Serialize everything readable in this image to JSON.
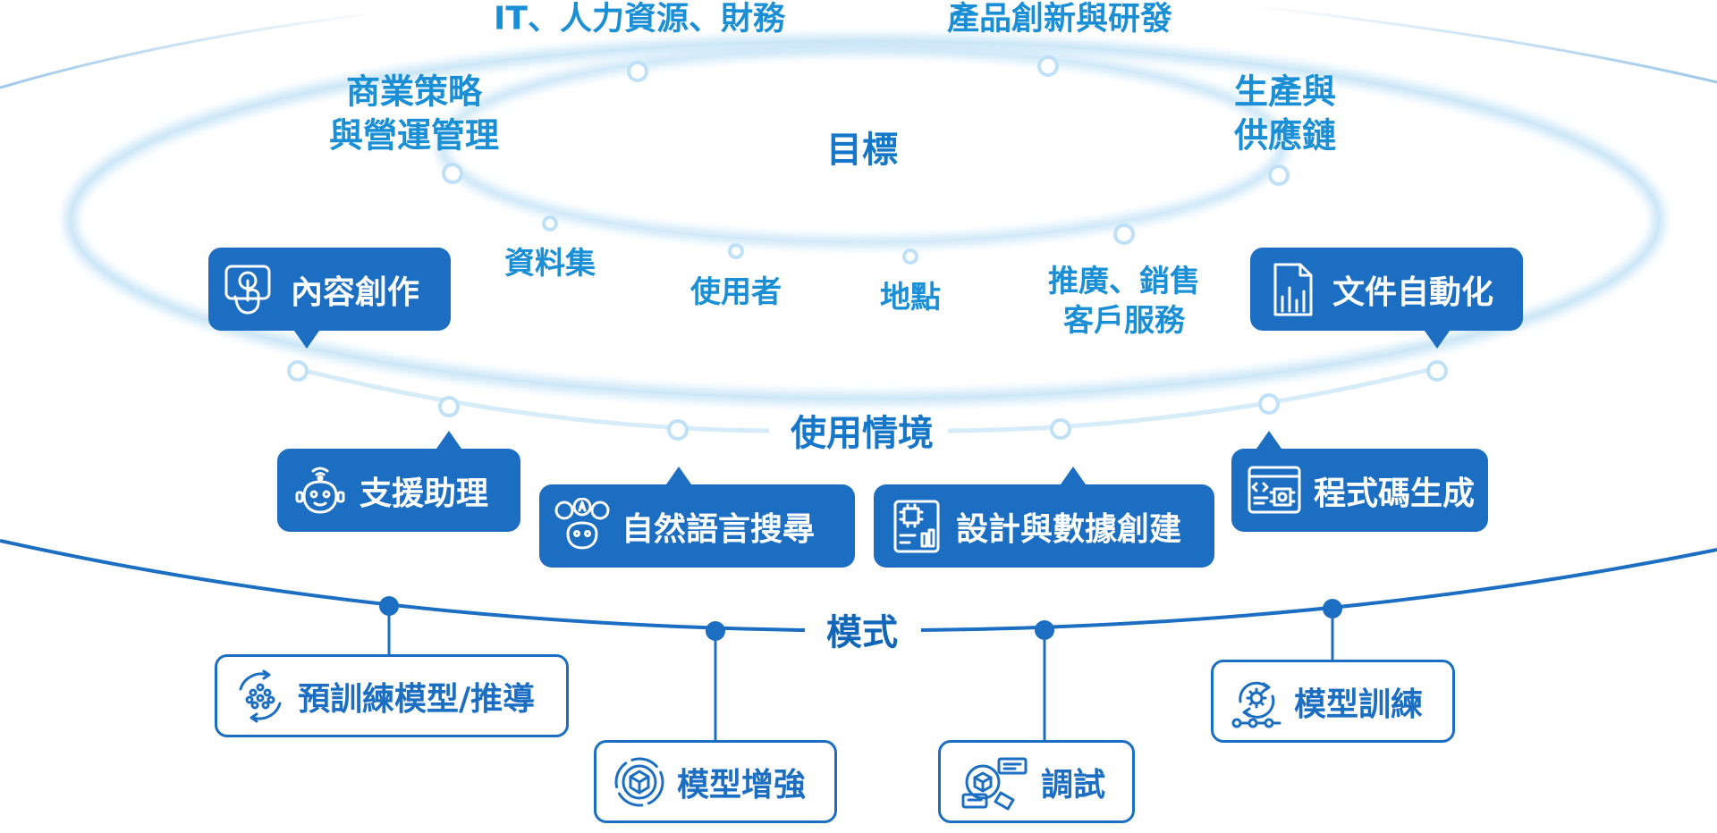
{
  "colors": {
    "accent": "#1b8fd6",
    "card_bg": "#1b6ec2",
    "mode_border": "#1b6ec2",
    "line": "#1b6ec2"
  },
  "top_labels": [
    {
      "id": "it-hr-finance",
      "text": "IT、人力資源、財務"
    },
    {
      "id": "product-innovation",
      "text": "產品創新與研發"
    }
  ],
  "goal_labels": [
    {
      "id": "business-strategy",
      "lines": [
        "商業策略",
        "與營運管理"
      ]
    },
    {
      "id": "production-supply",
      "lines": [
        "生產與",
        "供應鏈"
      ]
    }
  ],
  "goal_center": "目標",
  "dimension_labels": [
    {
      "id": "dataset",
      "lines": [
        "資料集"
      ]
    },
    {
      "id": "user",
      "lines": [
        "使用者"
      ]
    },
    {
      "id": "location",
      "lines": [
        "地點"
      ]
    },
    {
      "id": "marketing-sales",
      "lines": [
        "推廣、銷售",
        "客戶服務"
      ]
    }
  ],
  "use_case_title": "使用情境",
  "use_cases": [
    {
      "id": "content-creation",
      "label": "內容創作",
      "icon": "touch-hand-icon"
    },
    {
      "id": "doc-automation",
      "label": "文件自動化",
      "icon": "document-chart-icon"
    },
    {
      "id": "support-assistant",
      "label": "支援助理",
      "icon": "robot-icon"
    },
    {
      "id": "nl-search",
      "label": "自然語言搜尋",
      "icon": "translate-robot-icon"
    },
    {
      "id": "design-data",
      "label": "設計與數據創建",
      "icon": "chip-board-icon"
    },
    {
      "id": "code-gen",
      "label": "程式碼生成",
      "icon": "code-chip-icon"
    }
  ],
  "mode_title": "模式",
  "modes": [
    {
      "id": "pretrained",
      "label": "預訓練模型/推導",
      "icon": "cycle-dots-icon"
    },
    {
      "id": "augment",
      "label": "模型增強",
      "icon": "cube-orbit-icon"
    },
    {
      "id": "tuning",
      "label": "調試",
      "icon": "cube-chat-icon"
    },
    {
      "id": "training",
      "label": "模型訓練",
      "icon": "gear-cycle-icon"
    }
  ]
}
